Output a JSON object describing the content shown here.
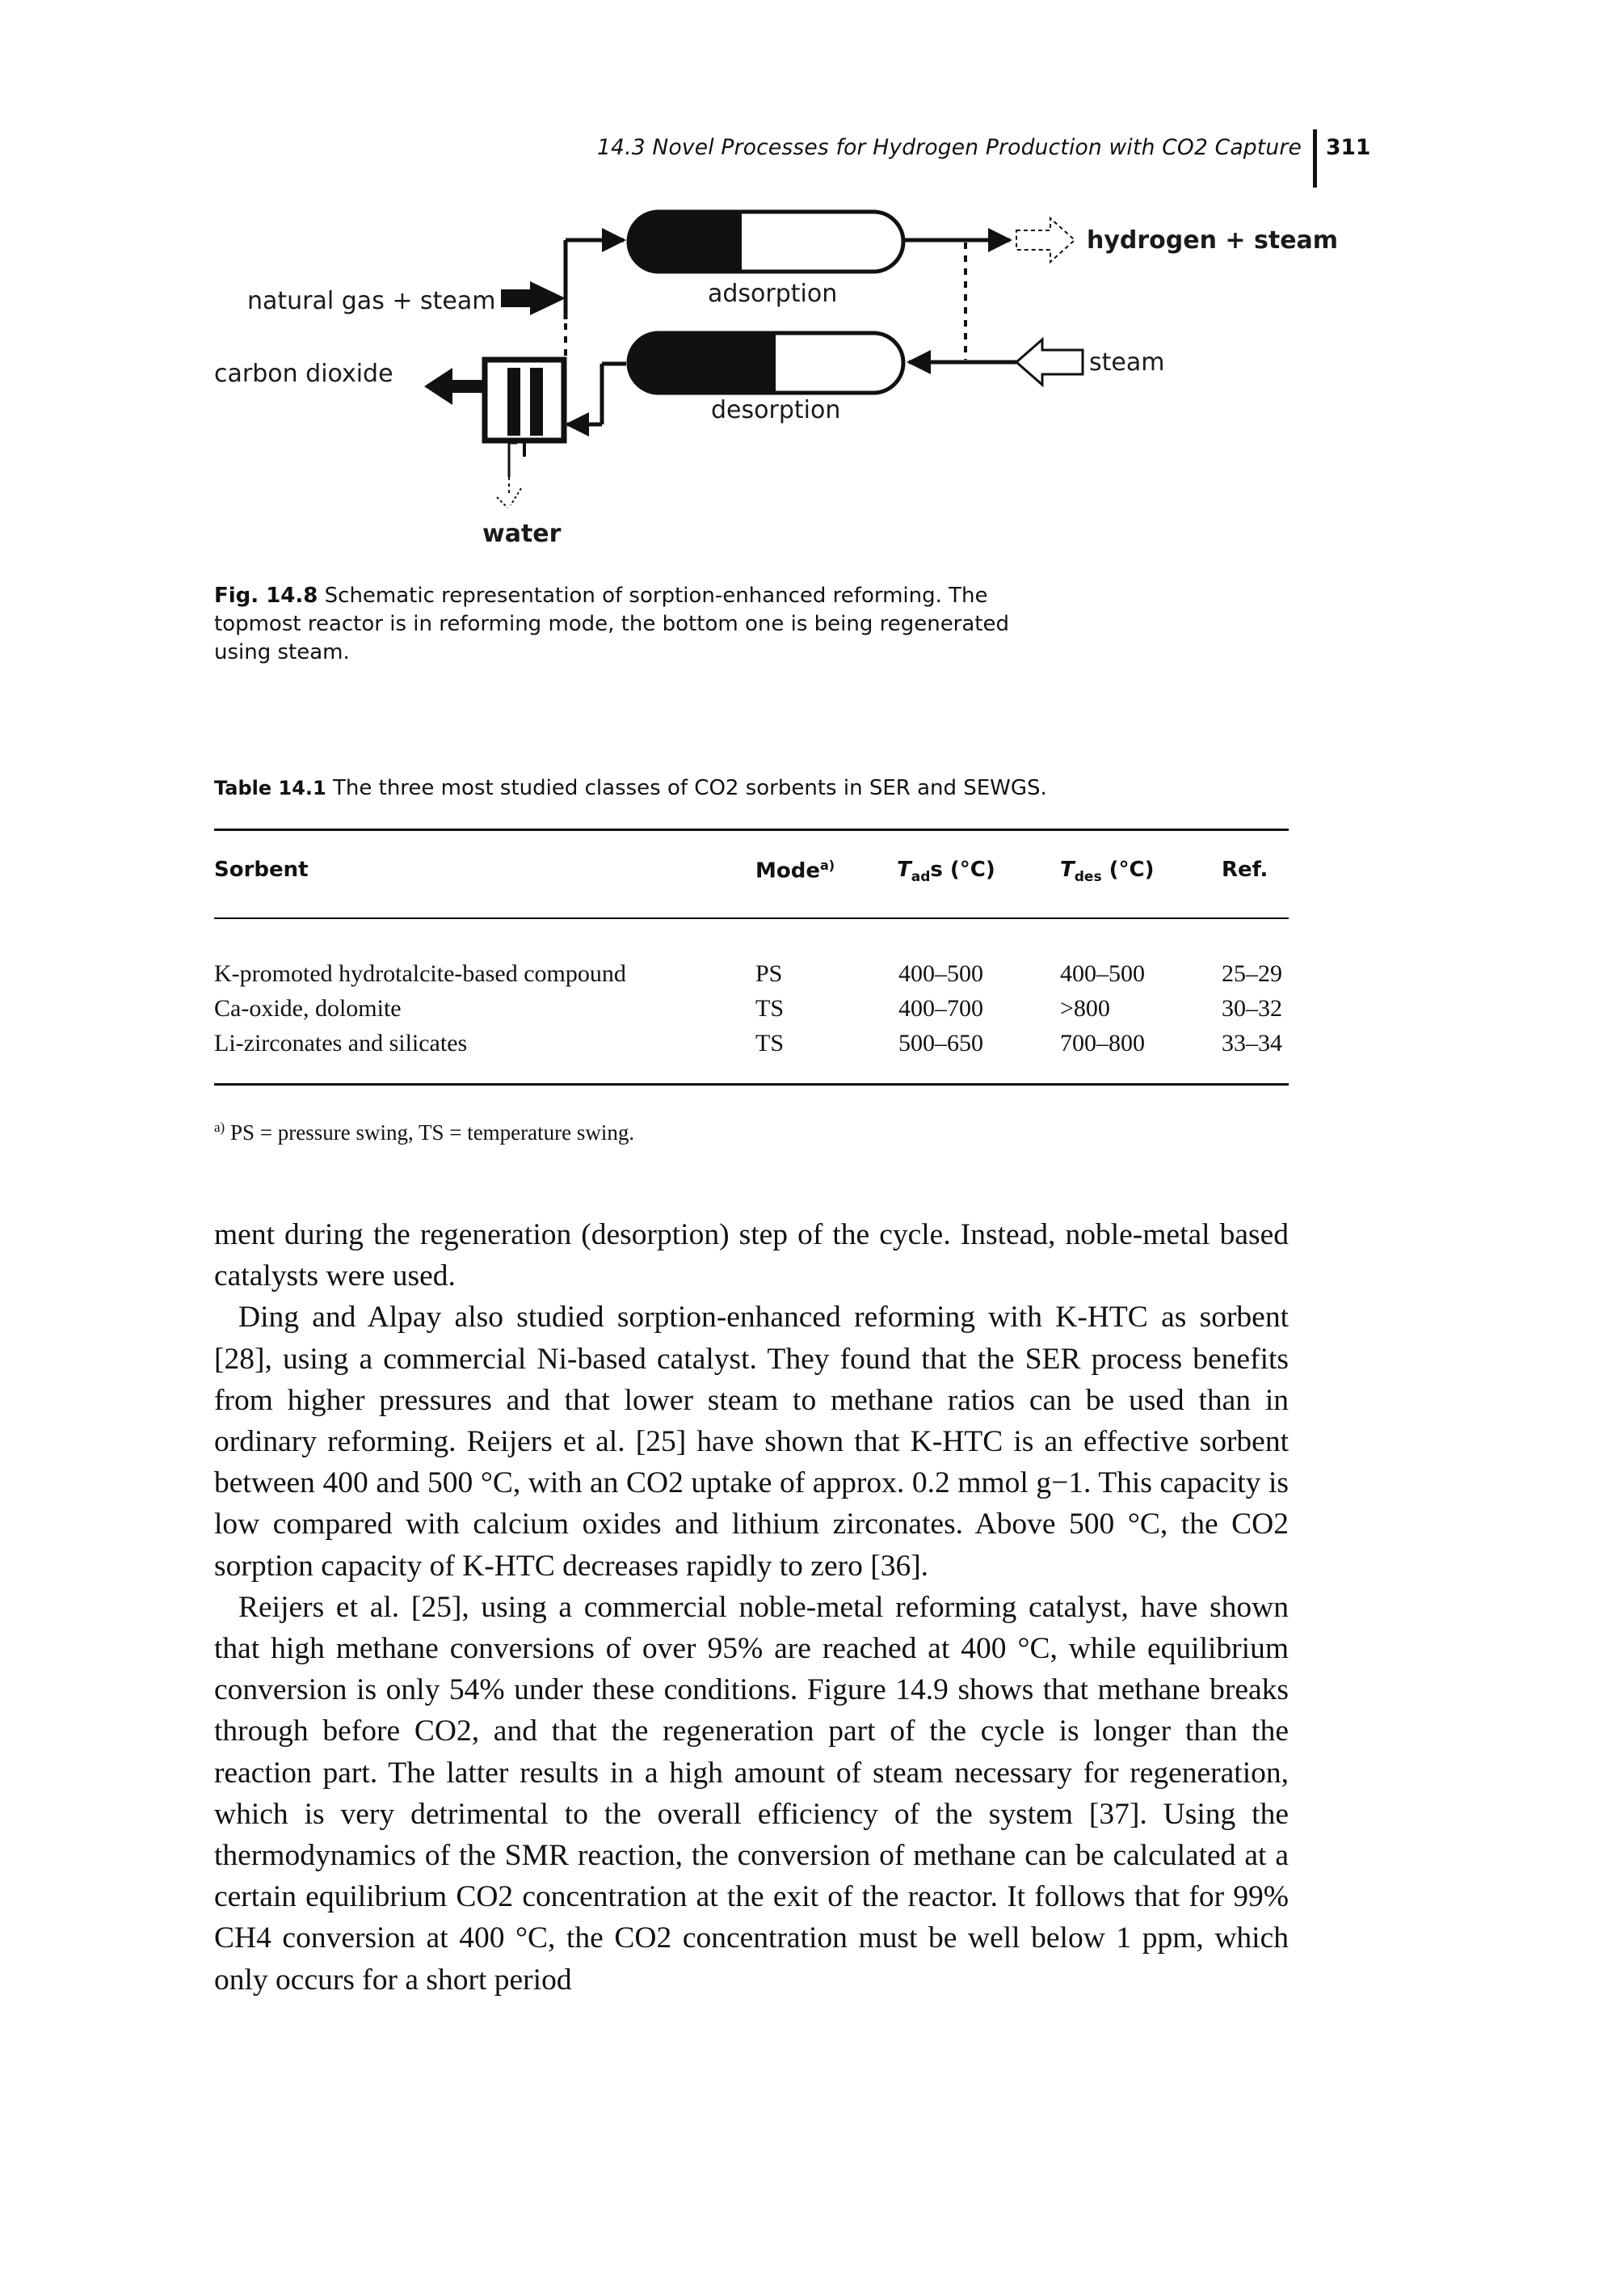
{
  "header": {
    "running_title": "14.3 Novel Processes for Hydrogen Production with CO2 Capture",
    "page_number": "311"
  },
  "figure": {
    "labels": {
      "natural_gas_steam": "natural gas + steam",
      "carbon_dioxide": "carbon dioxide",
      "adsorption": "adsorption",
      "desorption": "desorption",
      "hydrogen_steam": "hydrogen + steam",
      "steam": "steam",
      "water": "water"
    },
    "caption_label": "Fig. 14.8",
    "caption_text": "Schematic representation of sorption-enhanced reforming. The topmost reactor is in reforming mode, the bottom one is being regenerated using steam."
  },
  "table": {
    "caption_label": "Table 14.1",
    "caption_text": "The three most studied classes of CO2 sorbents in SER and SEWGS.",
    "headers": {
      "sorbent": "Sorbent",
      "mode": "Mode",
      "mode_note_mark": "a)",
      "tads": "T",
      "tads_sub": "ad",
      "tads_rest": "s (°C)",
      "tdes": "T",
      "tdes_sub": "des",
      "tdes_rest": " (°C)",
      "ref": "Ref."
    },
    "rows": [
      {
        "sorbent": "K-promoted hydrotalcite-based compound",
        "mode": "PS",
        "tads": "400–500",
        "tdes": "400–500",
        "ref": "25–29"
      },
      {
        "sorbent": "Ca-oxide, dolomite",
        "mode": "TS",
        "tads": "400–700",
        "tdes": ">800",
        "ref": "30–32"
      },
      {
        "sorbent": "Li-zirconates and silicates",
        "mode": "TS",
        "tads": "500–650",
        "tdes": "700–800",
        "ref": "33–34"
      }
    ],
    "footnote_mark": "a)",
    "footnote": "PS = pressure swing, TS = temperature swing."
  },
  "body": {
    "paragraphs": [
      "ment during the regeneration (desorption) step of the cycle. Instead, noble-metal based catalysts were used.",
      "Ding and Alpay also studied sorption-enhanced reforming with K-HTC as sorbent [28], using a commercial Ni-based catalyst. They found that the SER process benefits from higher pressures and that lower steam to methane ratios can be used than in ordinary reforming. Reijers et al. [25] have shown that K-HTC is an effective sorbent between 400 and 500 °C, with an CO2 uptake of approx. 0.2 mmol g−1. This capacity is low compared with calcium oxides and lithium zirconates. Above 500 °C, the CO2 sorption capacity of K-HTC decreases rapidly to zero [36].",
      "Reijers et al. [25], using a commercial noble-metal reforming catalyst, have shown that high methane conversions of over 95% are reached at 400 °C, while equilibrium conversion is only 54% under these conditions. Figure 14.9 shows that methane breaks through before CO2, and that the regeneration part of the cycle is longer than the reaction part. The latter results in a high amount of steam necessary for regeneration, which is very detrimental to the overall efficiency of the system [37]. Using the thermodynamics of the SMR reaction, the conversion of methane can be calculated at a certain equilibrium CO2 concentration at the exit of the reactor. It follows that for 99% CH4 conversion at 400 °C, the CO2 concentration must be well below 1 ppm, which only occurs for a short period"
    ]
  }
}
